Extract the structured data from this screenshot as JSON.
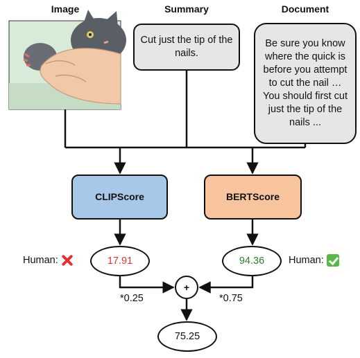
{
  "headers": {
    "image": "Image",
    "summary": "Summary",
    "document": "Document"
  },
  "summary_text": "Cut just the tip of the nails.",
  "document_text": "Be sure you know where the quick is before you attempt to cut the nail … You should first cut just the tip of the nails ...",
  "metrics": {
    "clip": "CLIPScore",
    "bert": "BERTScore"
  },
  "scores": {
    "clip": "17.91",
    "bert": "94.36",
    "final": "75.25"
  },
  "human": {
    "label": "Human:",
    "clip_mark": "cross-mark-icon",
    "bert_mark": "check-mark-icon"
  },
  "weights": {
    "clip": "*0.25",
    "bert": "*0.75"
  },
  "combine_symbol": "+",
  "colors": {
    "clip_box": "#a8c8e9",
    "bert_box": "#f7c49e",
    "clip_score": "#e03131",
    "bert_score": "#2f7d32",
    "text_box": "#e6e6e6"
  }
}
